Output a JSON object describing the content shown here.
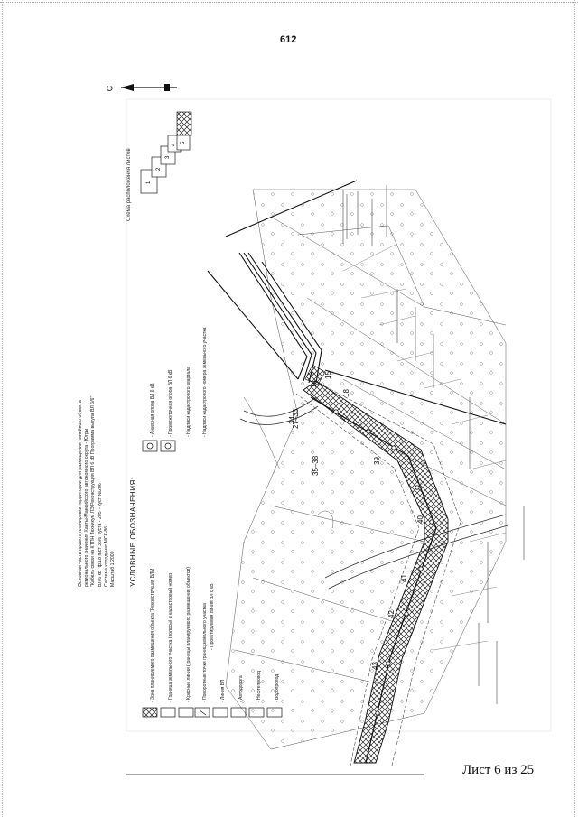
{
  "page": {
    "number": "612",
    "sheet_label": "Лист 6 из 25"
  },
  "notes": {
    "lines": [
      "Основная часть проекта планировки территории для размещения линейного объекта",
      "регионального значения Ханты-Мансийского автономного округа - Югры",
      "\"Кабель связи на КТПН Техникум ЛЭ Реконструкция ВЛ 6 кВ Программа выкупа ВЛ 6/6\"",
      "ВЛ 6 кВ \"ф.18 п/ст 35/6 'куста - 205' - куст №206\"",
      "Система координат МСК-86",
      "Масштаб 1:2000"
    ]
  },
  "legend": {
    "title": "УСЛОВНЫЕ ОБОЗНАЧЕНИЯ:",
    "items": [
      "- Зона планируемого размещения объекта \"Реконструкция ВЛМ",
      "- Граница земельного участка (полосы) и кадастровый номер",
      "- Красные линии (границы планируемого размещения объектов)",
      "- Поворотные точки границ земельного участка",
      "- Проектируемая линия ВЛ 6 кВ",
      "- Линия ВЛ",
      "- Автодорога",
      "- Нефтепровод",
      "- Водопровод"
    ],
    "items_right": [
      "- Анкерная опора ВЛ 6 кВ",
      "- Промежуточная опора ВЛ 6 кВ",
      "- Надписи кадастрового квартала",
      "- Надписи кадастрового номера земельного участка"
    ]
  },
  "schema": {
    "title": "Схема расположения листов",
    "sheet_numbers": [
      "1",
      "2",
      "3",
      "4",
      "5"
    ]
  },
  "north": {
    "label": "С"
  },
  "map": {
    "point_labels": [
      "14",
      "15",
      "18",
      "27-33",
      "34",
      "35-38",
      "39",
      "40",
      "41",
      "42",
      "43"
    ]
  },
  "colors": {
    "line": "#111111",
    "hatch": "#222222",
    "light_line": "#777777"
  }
}
